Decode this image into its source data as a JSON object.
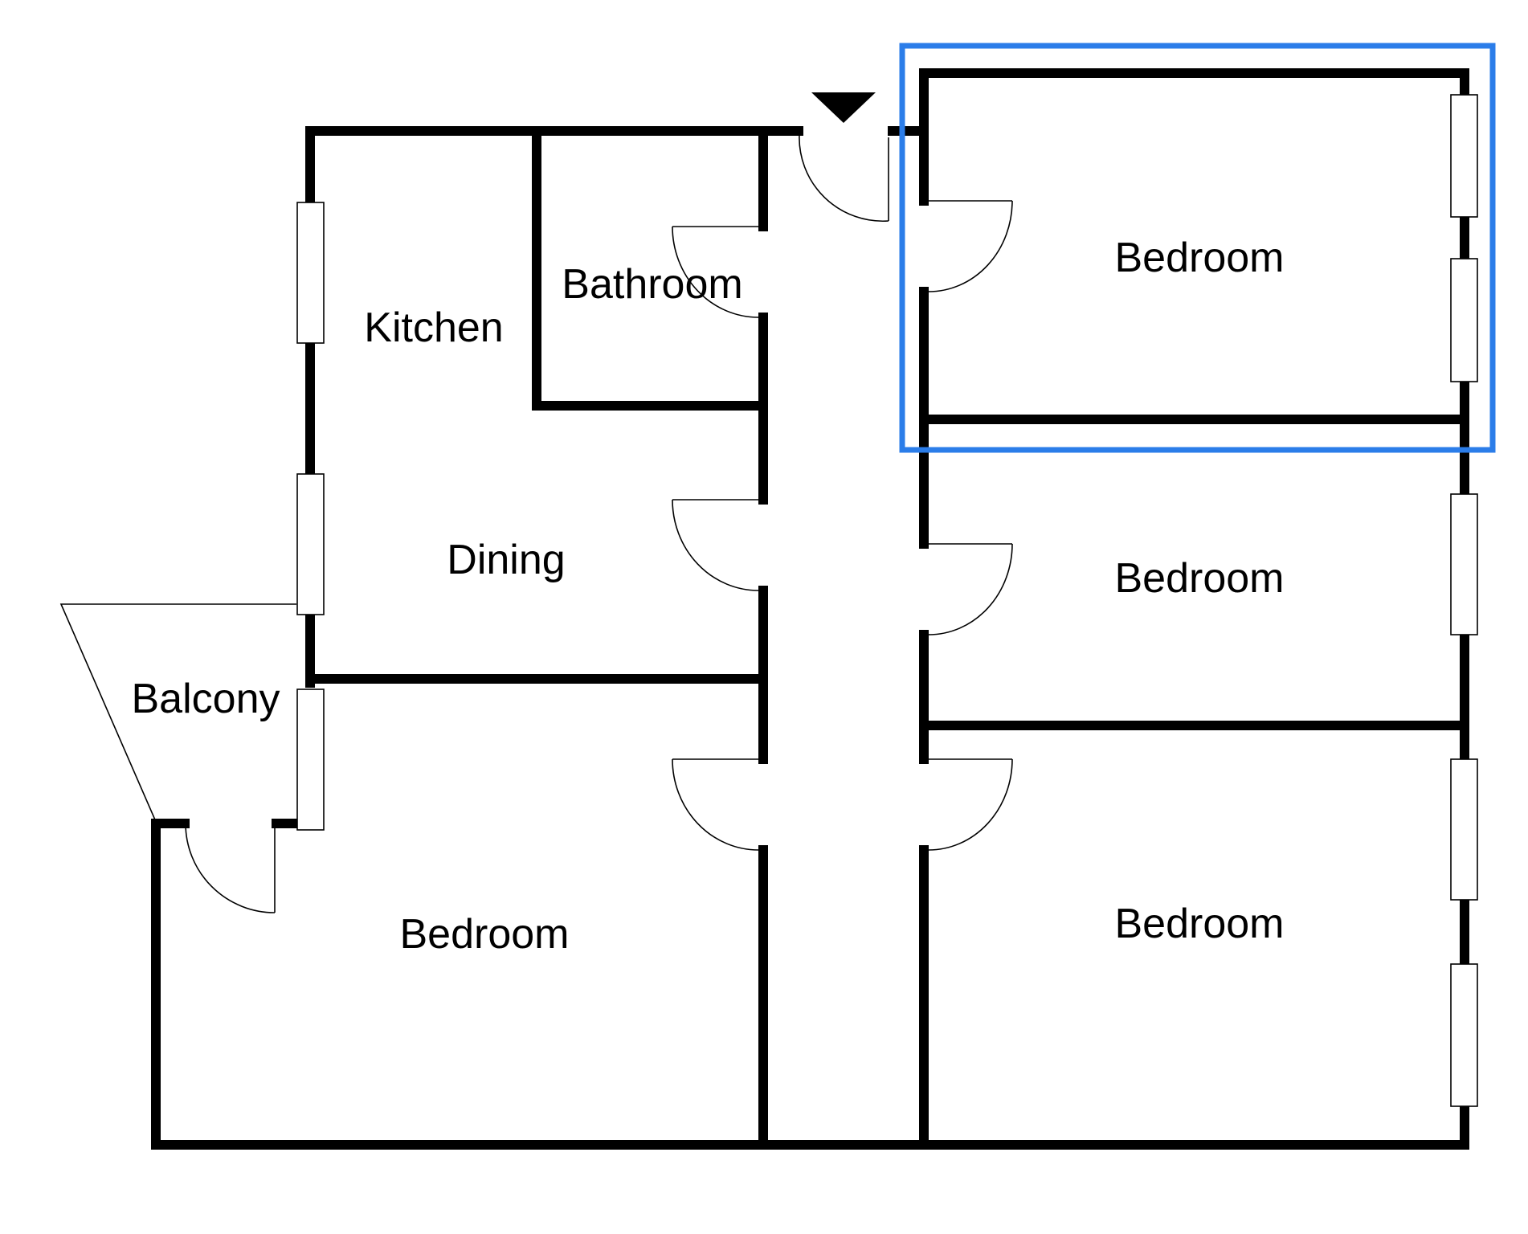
{
  "rooms": [
    {
      "id": "kitchen",
      "label": "Kitchen"
    },
    {
      "id": "bathroom",
      "label": "Bathroom"
    },
    {
      "id": "dining",
      "label": "Dining"
    },
    {
      "id": "balcony",
      "label": "Balcony"
    },
    {
      "id": "bedroom_sw",
      "label": "Bedroom"
    },
    {
      "id": "bedroom_ne",
      "label": "Bedroom"
    },
    {
      "id": "bedroom_e",
      "label": "Bedroom"
    },
    {
      "id": "bedroom_se",
      "label": "Bedroom"
    }
  ],
  "selection": {
    "room": "bedroom_ne",
    "color": "#2b7de9"
  },
  "entrance_marker": "entrance-arrow"
}
